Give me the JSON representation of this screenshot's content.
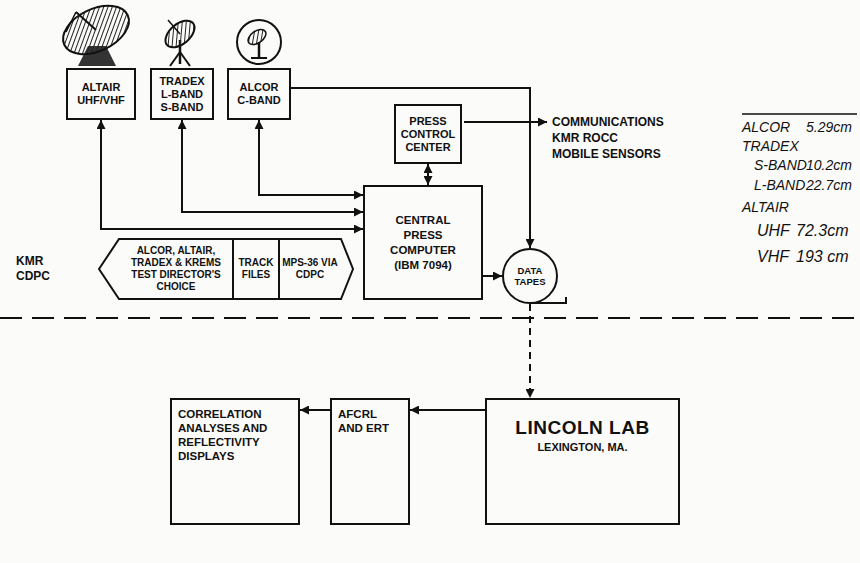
{
  "diagram": {
    "nodes": [
      {
        "text": [
          "ALTAIR UHF/VHF"
        ]
      },
      {
        "text": [
          "TRADEX L-BAND S-BAND"
        ]
      },
      {
        "text": [
          "ALCOR C-BAND"
        ]
      },
      {
        "text": [
          "PRESS CONTROL CENTER"
        ]
      },
      {
        "text": [
          "ALCOR, ALTAIR, TRADEX & KREMS TEST DIRECTOR'S CHOICE",
          "TRACK FILES",
          "MPS-36 VIA CDPC"
        ]
      },
      {
        "text": [
          "CENTRAL PRESS COMPUTER (IBM 7094)"
        ]
      },
      {
        "text": [
          "DATA TAPES"
        ]
      },
      {
        "text": [
          "CORRELATION ANALYSES AND REFLECTIVITY DISPLAYS"
        ]
      },
      {
        "text": [
          "AFCRL AND ERT"
        ]
      },
      {
        "text": [
          "LINCOLN LAB",
          "LEXINGTON, MA."
        ]
      }
    ],
    "edges": [
      {
        "from": 0,
        "to": 5,
        "arrow": "both"
      },
      {
        "from": 1,
        "to": 5,
        "arrow": "both"
      },
      {
        "from": 2,
        "to": 5,
        "arrow": "both"
      },
      {
        "from": 3,
        "to": 5,
        "arrow": "both"
      },
      {
        "from": 2,
        "to": 6,
        "arrow": "to"
      },
      {
        "from": 5,
        "to": 6,
        "arrow": "to"
      },
      {
        "from": 6,
        "to": 9,
        "arrow": "to"
      },
      {
        "from": 9,
        "to": 8,
        "arrow": "to"
      },
      {
        "from": 8,
        "to": 7,
        "arrow": "to"
      }
    ],
    "labels": [
      "COMMUNICATIONS",
      "KMR ROCC",
      "MOBILE SENSORS",
      "KMR CDPC",
      "ALCOR",
      "5.29cm",
      "TRADEX",
      "S-BAND",
      "10.2cm",
      "L-BAND",
      "22.7cm",
      "ALTAIR",
      "UHF",
      "72.3cm",
      "VHF",
      "193 cm"
    ]
  }
}
